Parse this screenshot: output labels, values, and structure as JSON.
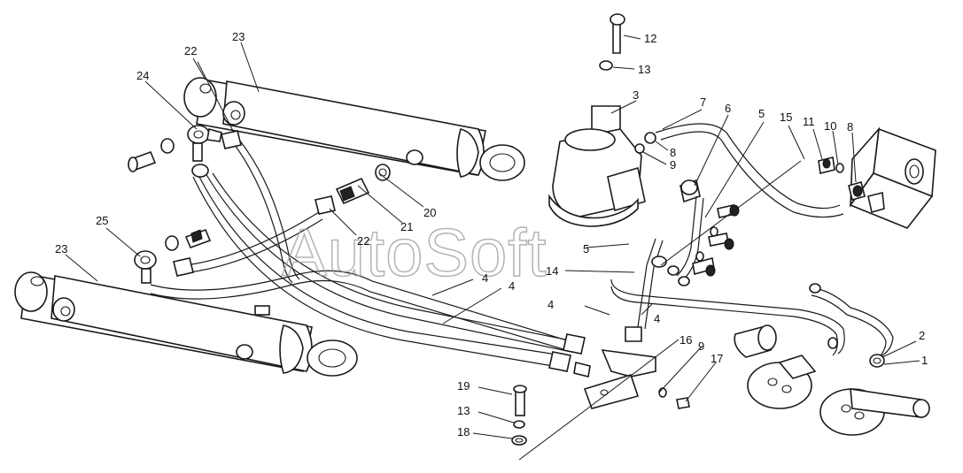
{
  "watermark": "AutoSoft",
  "part_labels": [
    {
      "id": "1",
      "text": "1"
    },
    {
      "id": "2",
      "text": "2"
    },
    {
      "id": "3",
      "text": "3"
    },
    {
      "id": "4a",
      "text": "4"
    },
    {
      "id": "4b",
      "text": "4"
    },
    {
      "id": "4c",
      "text": "4"
    },
    {
      "id": "4d",
      "text": "4"
    },
    {
      "id": "5a",
      "text": "5"
    },
    {
      "id": "5b",
      "text": "5"
    },
    {
      "id": "6",
      "text": "6"
    },
    {
      "id": "7",
      "text": "7"
    },
    {
      "id": "8a",
      "text": "8"
    },
    {
      "id": "8b",
      "text": "8"
    },
    {
      "id": "9a",
      "text": "9"
    },
    {
      "id": "9b",
      "text": "9"
    },
    {
      "id": "10",
      "text": "10"
    },
    {
      "id": "11",
      "text": "11"
    },
    {
      "id": "12",
      "text": "12"
    },
    {
      "id": "13a",
      "text": "13"
    },
    {
      "id": "13b",
      "text": "13"
    },
    {
      "id": "14",
      "text": "14"
    },
    {
      "id": "15",
      "text": "15"
    },
    {
      "id": "16",
      "text": "16"
    },
    {
      "id": "17",
      "text": "17"
    },
    {
      "id": "18",
      "text": "18"
    },
    {
      "id": "19",
      "text": "19"
    },
    {
      "id": "20",
      "text": "20"
    },
    {
      "id": "21",
      "text": "21"
    },
    {
      "id": "22a",
      "text": "22"
    },
    {
      "id": "22b",
      "text": "22"
    },
    {
      "id": "23a",
      "text": "23"
    },
    {
      "id": "23b",
      "text": "23"
    },
    {
      "id": "24",
      "text": "24"
    },
    {
      "id": "25",
      "text": "25"
    }
  ]
}
